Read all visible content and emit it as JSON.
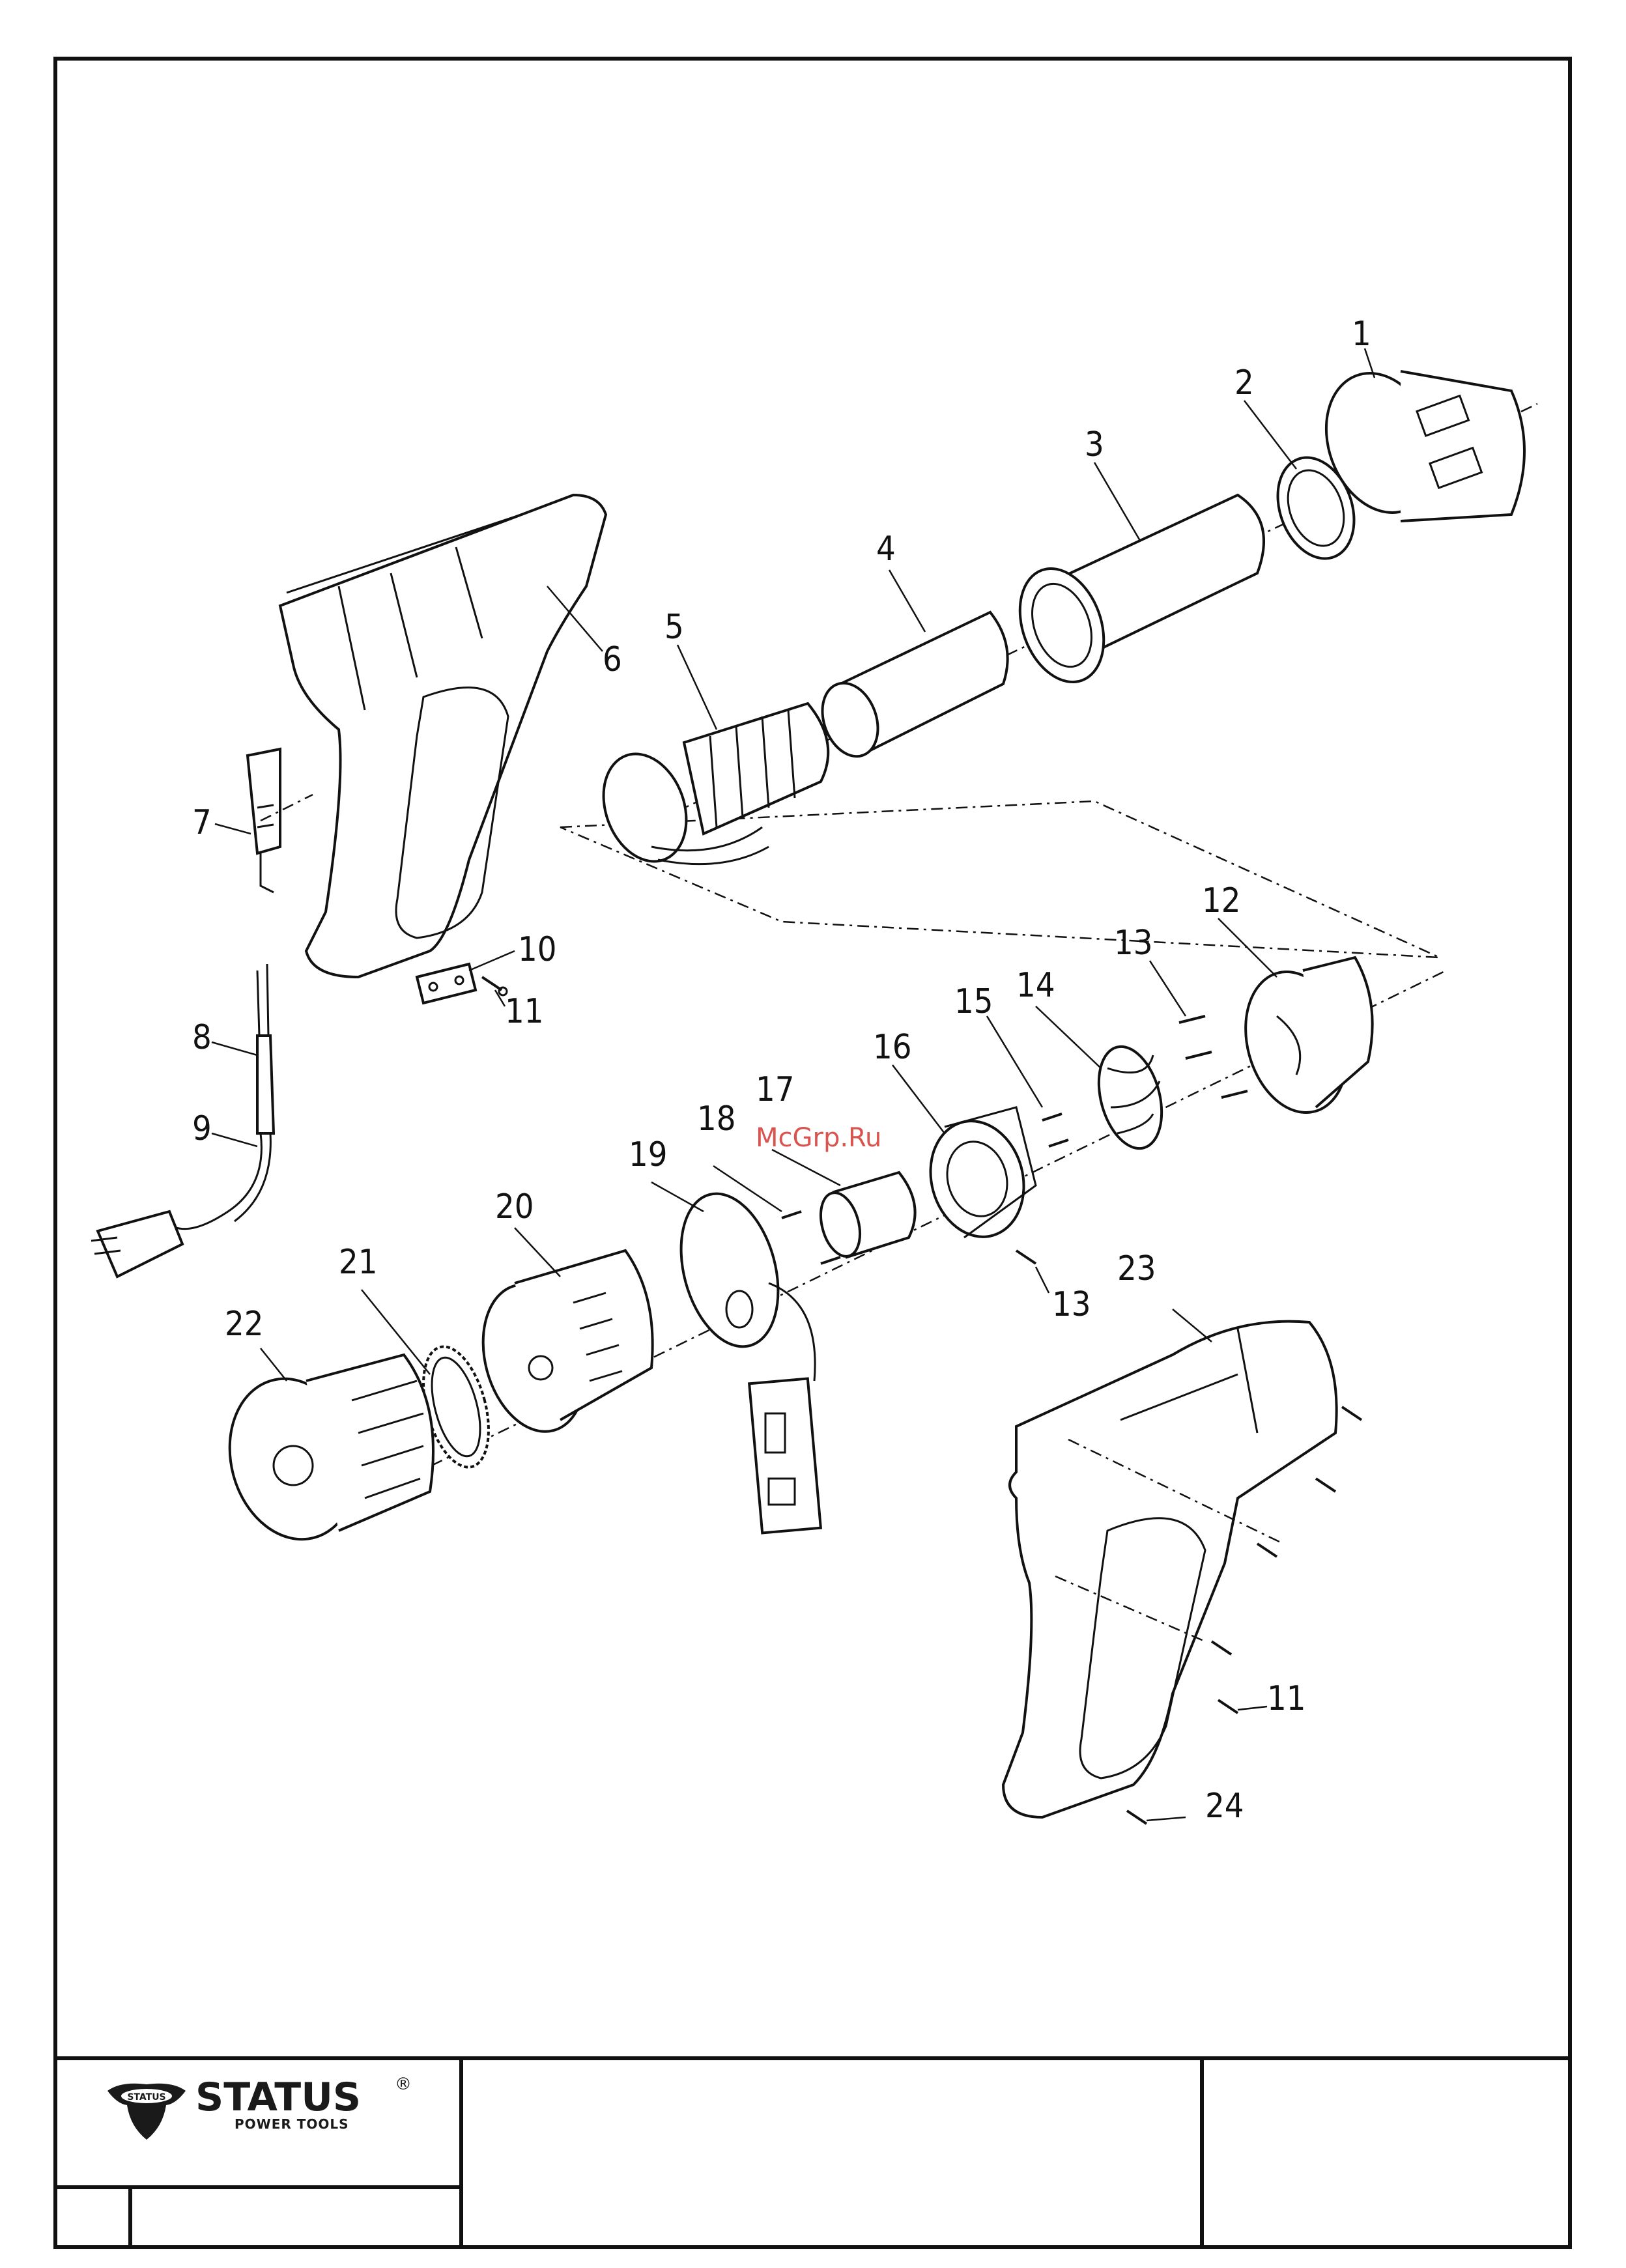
{
  "watermark": "McGrp.Ru",
  "brand": {
    "name": "STATUS",
    "registered": "®",
    "tagline": "POWER TOOLS",
    "badge": "STATUS"
  },
  "parts": [
    {
      "id": "p1",
      "label": "1"
    },
    {
      "id": "p2",
      "label": "2"
    },
    {
      "id": "p3",
      "label": "3"
    },
    {
      "id": "p4",
      "label": "4"
    },
    {
      "id": "p5",
      "label": "5"
    },
    {
      "id": "p6",
      "label": "6"
    },
    {
      "id": "p7",
      "label": "7"
    },
    {
      "id": "p8",
      "label": "8"
    },
    {
      "id": "p9",
      "label": "9"
    },
    {
      "id": "p10",
      "label": "10"
    },
    {
      "id": "p11a",
      "label": "11"
    },
    {
      "id": "p12",
      "label": "12"
    },
    {
      "id": "p13a",
      "label": "13"
    },
    {
      "id": "p14",
      "label": "14"
    },
    {
      "id": "p15",
      "label": "15"
    },
    {
      "id": "p16",
      "label": "16"
    },
    {
      "id": "p17",
      "label": "17"
    },
    {
      "id": "p18",
      "label": "18"
    },
    {
      "id": "p19",
      "label": "19"
    },
    {
      "id": "p20",
      "label": "20"
    },
    {
      "id": "p21",
      "label": "21"
    },
    {
      "id": "p22",
      "label": "22"
    },
    {
      "id": "p13b",
      "label": "13"
    },
    {
      "id": "p23",
      "label": "23"
    },
    {
      "id": "p11b",
      "label": "11"
    },
    {
      "id": "p24",
      "label": "24"
    }
  ],
  "title_block": {
    "title": "",
    "model": "",
    "sheet": "",
    "revision": ""
  }
}
